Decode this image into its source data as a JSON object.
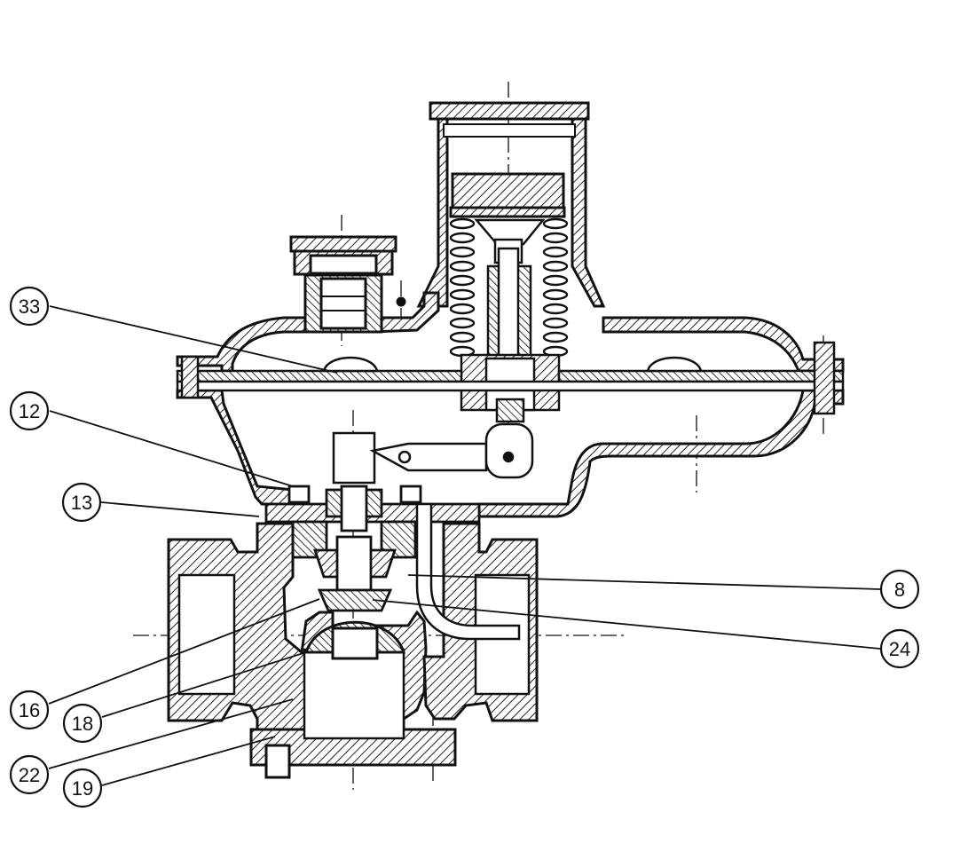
{
  "colors": {
    "ink": "#111111",
    "paper": "#ffffff",
    "hatch": "#222222"
  },
  "callouts": [
    {
      "id": "c33",
      "label": "33"
    },
    {
      "id": "c12",
      "label": "12"
    },
    {
      "id": "c13",
      "label": "13"
    },
    {
      "id": "c8",
      "label": "8"
    },
    {
      "id": "c24",
      "label": "24"
    },
    {
      "id": "c16",
      "label": "16"
    },
    {
      "id": "c18",
      "label": "18"
    },
    {
      "id": "c22",
      "label": "22"
    },
    {
      "id": "c19",
      "label": "19"
    }
  ]
}
